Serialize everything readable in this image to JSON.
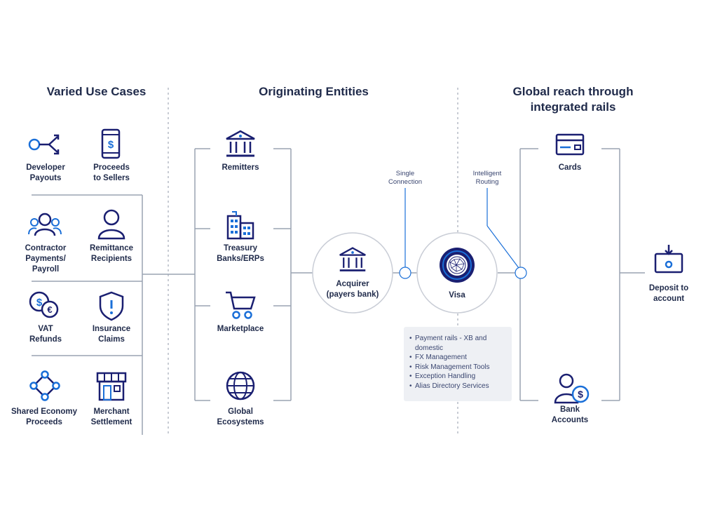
{
  "headers": {
    "use_cases": "Varied Use Cases",
    "originating": "Originating Entities",
    "global_reach": "Global reach through\nintegrated rails"
  },
  "use_cases": [
    {
      "label": "Developer\nPayouts",
      "icon": "share-nodes-icon"
    },
    {
      "label": "Proceeds\nto Sellers",
      "icon": "phone-dollar-icon"
    },
    {
      "label": "Contractor\nPayments/\nPayroll",
      "icon": "group-icon"
    },
    {
      "label": "Remittance\nRecipients",
      "icon": "person-icon"
    },
    {
      "label": "VAT\nRefunds",
      "icon": "coins-icon"
    },
    {
      "label": "Insurance\nClaims",
      "icon": "shield-icon"
    },
    {
      "label": "Shared Economy\nProceeds",
      "icon": "network-icon"
    },
    {
      "label": "Merchant\nSettlement",
      "icon": "storefront-icon"
    }
  ],
  "entities": [
    {
      "label": "Remitters",
      "icon": "bank-icon"
    },
    {
      "label": "Treasury\nBanks/ERPs",
      "icon": "buildings-icon"
    },
    {
      "label": "Marketplace",
      "icon": "cart-icon"
    },
    {
      "label": "Global\nEcosystems",
      "icon": "globe-icon"
    }
  ],
  "acquirer": {
    "label": "Acquirer\n(payers bank)",
    "icon": "bank-icon"
  },
  "visa": {
    "label": "Visa",
    "icon": "visa-globe-icon"
  },
  "connection_labels": {
    "single": "Single\nConnection",
    "routing": "Intelligent\nRouting"
  },
  "features": [
    "Payment rails - XB and domestic",
    "FX Management",
    "Risk Management Tools",
    "Exception Handling",
    "Alias Directory Services"
  ],
  "rails": [
    {
      "label": "Cards",
      "icon": "card-icon"
    },
    {
      "label": "Bank\nAccounts",
      "icon": "person-dollar-icon"
    }
  ],
  "deposit": {
    "label": "Deposit to\naccount",
    "icon": "deposit-icon"
  },
  "colors": {
    "navy": "#1a1f71",
    "blue": "#1a6fd8",
    "line": "#9aa3b2",
    "divider": "#b5bbc6"
  }
}
